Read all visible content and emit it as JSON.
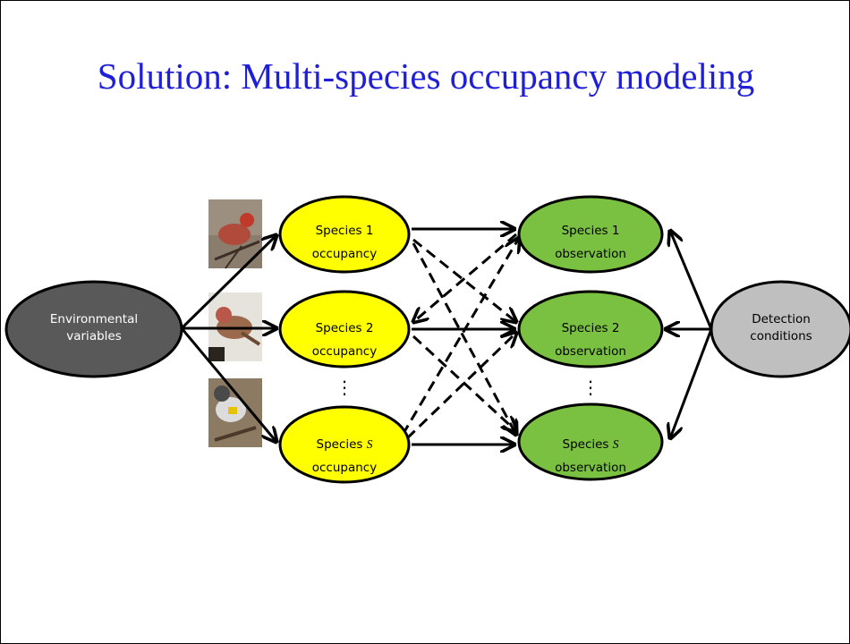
{
  "title": "Solution: Multi-species occupancy modeling",
  "nodes": {
    "environmental": [
      "Environmental",
      "variables"
    ],
    "detection": [
      "Detection",
      "conditions"
    ],
    "occ1": [
      "Species 1",
      "occupancy"
    ],
    "occ2": [
      "Species 2",
      "occupancy"
    ],
    "occS": [
      "Species ",
      "S",
      "occupancy"
    ],
    "obs1": [
      "Species 1",
      "observation"
    ],
    "obs2": [
      "Species 2",
      "observation"
    ],
    "obsS": [
      "Species ",
      "S",
      "observation"
    ],
    "ellipsis": "⋮"
  },
  "colors": {
    "title": "#1f1fd8",
    "environmental_fill": "#595959",
    "detection_fill": "#bfbfbf",
    "occupancy_fill": "#ffff00",
    "observation_fill": "#7ac142"
  },
  "icons": [
    "house-finch-photo-icon",
    "purple-finch-photo-icon",
    "yellow-rumped-warbler-photo-icon"
  ]
}
